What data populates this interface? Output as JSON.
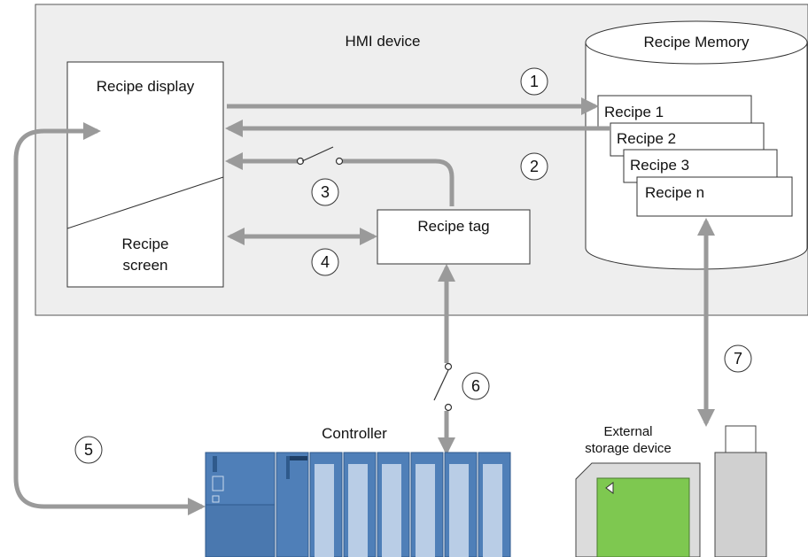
{
  "hmi": {
    "title": "HMI device"
  },
  "recipe_display": {
    "title": "Recipe display",
    "screen_line1": "Recipe",
    "screen_line2": "screen"
  },
  "recipe_tag": {
    "label": "Recipe tag"
  },
  "recipe_memory": {
    "title": "Recipe Memory",
    "recipes": [
      "Recipe 1",
      "Recipe 2",
      "Recipe 3",
      "Recipe n"
    ]
  },
  "controller": {
    "label": "Controller"
  },
  "storage": {
    "line1": "External",
    "line2": "storage device"
  },
  "markers": [
    "1",
    "2",
    "3",
    "4",
    "5",
    "6",
    "7"
  ],
  "colors": {
    "panel_bg": "#eeeeee",
    "arrow": "#9a9a9a",
    "plc_blue": "#4f7fb8",
    "plc_light": "#b9cde6",
    "sd_green": "#7ec850",
    "storage_gray": "#d0d0d0"
  },
  "icons": [
    "switch-icon",
    "controller-icon",
    "sd-card-icon",
    "usb-stick-icon"
  ]
}
